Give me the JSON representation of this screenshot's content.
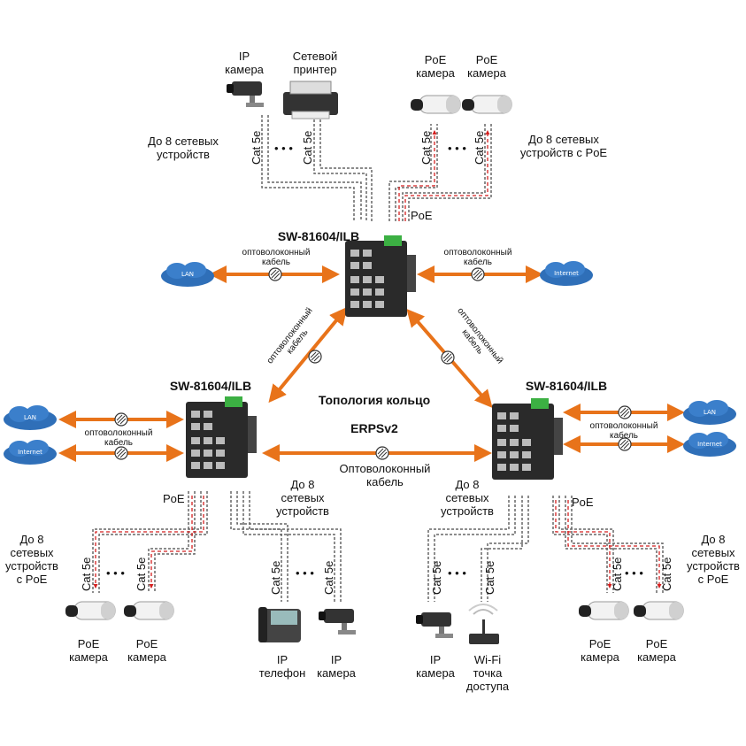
{
  "colors": {
    "fiber": "#e8731a",
    "poe_dash": "#d42020",
    "cable": "#555555",
    "cloud": "#2f6fb8",
    "switch_body": "#2a2a2a",
    "terminal": "#3cb043"
  },
  "switches": {
    "top": {
      "model": "SW-81604/ILB"
    },
    "left": {
      "model": "SW-81604/ILB"
    },
    "right": {
      "model": "SW-81604/ILB"
    }
  },
  "center": {
    "title_line1": "Топология кольцо",
    "title_line2": "ERPSv2"
  },
  "clouds": {
    "top_left": "LAN",
    "top_right": "Internet",
    "left_lan": "LAN",
    "left_internet": "Internet",
    "right_lan": "LAN",
    "right_internet": "Internet"
  },
  "fiber_labels": {
    "top_left": "оптоволоконный\nкабель",
    "top_right": "оптоволоконный\nкабель",
    "ring_left": "оптоволоконный\nкабель",
    "ring_right": "оптоволоконный\nкабель",
    "left_side": "оптоволоконный\nкабель",
    "right_side": "оптоволоконный\nкабель",
    "bottom": "Оптоволоконный\nкабель"
  },
  "cable_labels": {
    "cat5e": "Cat 5e",
    "poe": "PoE",
    "ellipsis": "• • •"
  },
  "groups": {
    "top_left": {
      "note": "До 8 сетевых\nустройств",
      "device1": "IP\nкамера",
      "device2": "Сетевой\nпринтер"
    },
    "top_right": {
      "note": "До 8 сетевых\nустройств с PoE",
      "device1": "PoE\nкамера",
      "device2": "PoE\nкамера"
    },
    "bottom_ll": {
      "note": "До 8\nсетевых\nустройств\nс PoE",
      "device1": "PoE\nкамера",
      "device2": "PoE\nкамера"
    },
    "bottom_lr": {
      "note": "До 8\nсетевых\nустройств",
      "device1": "IP\nтелефон",
      "device2": "IP\nкамера"
    },
    "bottom_rl": {
      "note": "До 8\nсетевых\nустройств",
      "device1": "IP\nкамера",
      "device2": "Wi-Fi\nточка\nдоступа"
    },
    "bottom_rr": {
      "note": "До 8\nсетевых\nустройств\nс PoE",
      "device1": "PoE\nкамера",
      "device2": "PoE\nкамера"
    }
  }
}
